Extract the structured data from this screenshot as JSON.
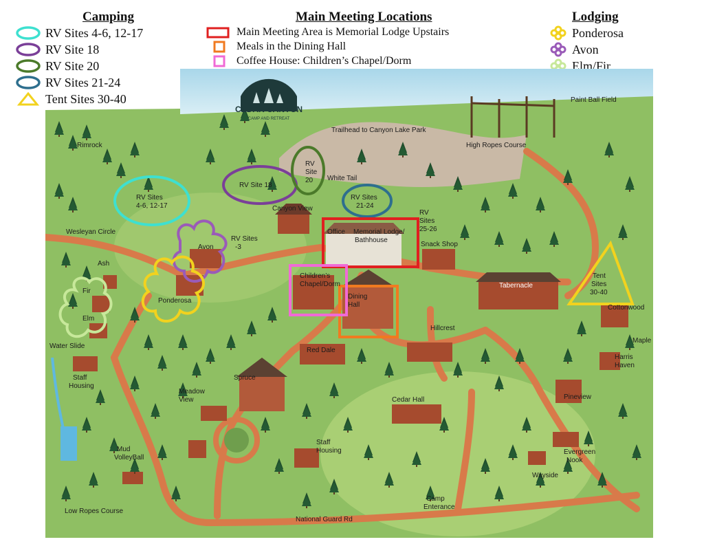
{
  "legend": {
    "camping": {
      "title": "Camping",
      "items": [
        {
          "label": "RV Sites 4-6, 12-17",
          "color": "#3ee0d0",
          "icon": "oval-icon"
        },
        {
          "label": "RV Site 18",
          "color": "#7a3f98",
          "icon": "oval-icon"
        },
        {
          "label": "RV Site 20",
          "color": "#4b7a2a",
          "icon": "oval-icon"
        },
        {
          "label": "RV Sites 21-24",
          "color": "#2e6f8e",
          "icon": "oval-icon"
        },
        {
          "label": "Tent Sites 30-40",
          "color": "#f2d21e",
          "icon": "triangle-icon"
        }
      ]
    },
    "meeting": {
      "title": "Main Meeting Locations",
      "items": [
        {
          "label": "Main Meeting Area is Memorial Lodge Upstairs",
          "color": "#e02020",
          "icon": "square-icon"
        },
        {
          "label": "Meals in the Dining Hall",
          "color": "#f07a20",
          "icon": "square-icon"
        },
        {
          "label": "Coffee House: Children’s Chapel/Dorm",
          "color": "#f06ad6",
          "icon": "square-icon"
        }
      ]
    },
    "lodging": {
      "title": "Lodging",
      "items": [
        {
          "label": "Ponderosa",
          "color": "#f2d21e",
          "icon": "flower-icon"
        },
        {
          "label": "Avon",
          "color": "#9a5bb8",
          "icon": "flower-icon"
        },
        {
          "label": "Elm/Fir",
          "color": "#c7e89a",
          "icon": "flower-icon"
        }
      ]
    }
  },
  "map": {
    "logo": {
      "name": "CEDAR CANYON",
      "tagline": "CAMP AND RETREAT"
    },
    "labels": {
      "paintball": "Paint Ball Field",
      "trailhead": "Trailhead to Canyon Lake Park",
      "high_ropes": "High Ropes Course",
      "rimrock": "Rimrock",
      "rv_4_6_a": "RV Sites",
      "rv_4_6_b": "4-6, 12-17",
      "rv18": "RV Site 18",
      "rv20_a": "RV",
      "rv20_b": "Site",
      "rv20_c": "20",
      "white_tail": "White Tail",
      "rv21_a": "RV Sites",
      "rv21_b": "21-24",
      "canyon_view": "Canyon View",
      "rv25_a": "RV",
      "rv25_b": "Sites",
      "rv25_c": "25-26",
      "wesleyan": "Wesleyan Circle",
      "avon": "Avon",
      "rv_sites_3_a": "RV Sites",
      "rv_sites_3_b": "-3",
      "office": "Office",
      "memorial_a": "Memorial Lodge/",
      "memorial_b": "Bathhouse",
      "snack_shop": "Snack Shop",
      "ash": "Ash",
      "childrens_a": "Children’s",
      "childrens_b": "Chapel/Dorm",
      "dining_a": "Dining",
      "dining_b": "Hall",
      "tabernacle": "Tabernacle",
      "tent_a": "Tent",
      "tent_b": "Sites",
      "tent_c": "30-40",
      "fir": "Fir",
      "elm": "Elm",
      "ponderosa": "Ponderosa",
      "cottonwood": "Cottonwood",
      "maple": "Maple",
      "water_slide": "Water Slide",
      "red_dale": "Red Dale",
      "hillcrest": "Hillcrest",
      "harris_a": "Harris",
      "harris_b": "Haven",
      "staff_housing_a": "Staff",
      "staff_housing_b": "Housing",
      "meadow_a": "Meadow",
      "meadow_b": "View",
      "spruce": "Spruce",
      "cedar_hall": "Cedar Hall",
      "pineview": "Pineview",
      "mud_a": "Mud",
      "mud_b": "VolleyBall",
      "staff2_a": "Staff",
      "staff2_b": "Housing",
      "evergreen_a": "Evergreen",
      "evergreen_b": "Nook",
      "wayside": "Wayside",
      "low_ropes": "Low Ropes Course",
      "camp_ent_a": "Camp",
      "camp_ent_b": "Enterance",
      "national_guard": "National Guard Rd"
    }
  }
}
